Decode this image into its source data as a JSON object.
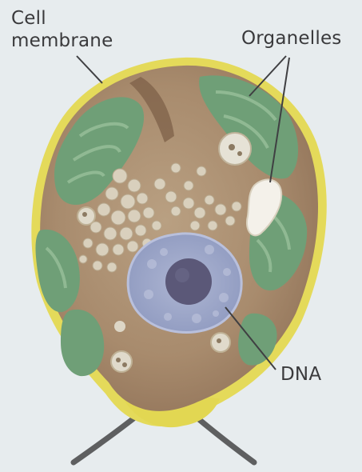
{
  "labels": {
    "cell_membrane_line1": "Cell",
    "cell_membrane_line2": "membrane",
    "organelles": "Organelles",
    "dna": "DNA"
  },
  "colors": {
    "background": "#e7ecee",
    "membrane": "#e4da5a",
    "cytoplasm": "#a88b6d",
    "organelle_green": "#6f9f77",
    "nucleus": "#9eaacb",
    "nucleolus": "#5b5878",
    "label_text": "#3a3a3c",
    "leader_line": "#3f3f42",
    "flagella": "#5e5f60"
  }
}
